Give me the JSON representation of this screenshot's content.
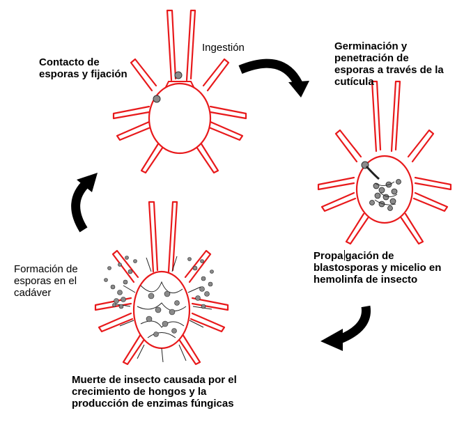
{
  "labels": {
    "ingestion": "Ingestión",
    "contacto": "Contacto de\nesporas y fijación",
    "germinacion": "Germinación y\npenetración de\nesporas a través de la\ncutícula",
    "propagacion_a": "Propa",
    "propagacion_b": "gación de\nblastosporas y micelio en\nhemolinfa de insecto",
    "formacion": "Formación de\nesporas en el\ncadáver",
    "muerte": "Muerte de insecto causada por el\ncrecimiento de hongos y la\nproducción de enzimas fúngicas"
  },
  "colors": {
    "mite_outline": "#e8191b",
    "arrow": "#000000",
    "spore": "#8a8a8a",
    "hyphae": "#222222"
  }
}
